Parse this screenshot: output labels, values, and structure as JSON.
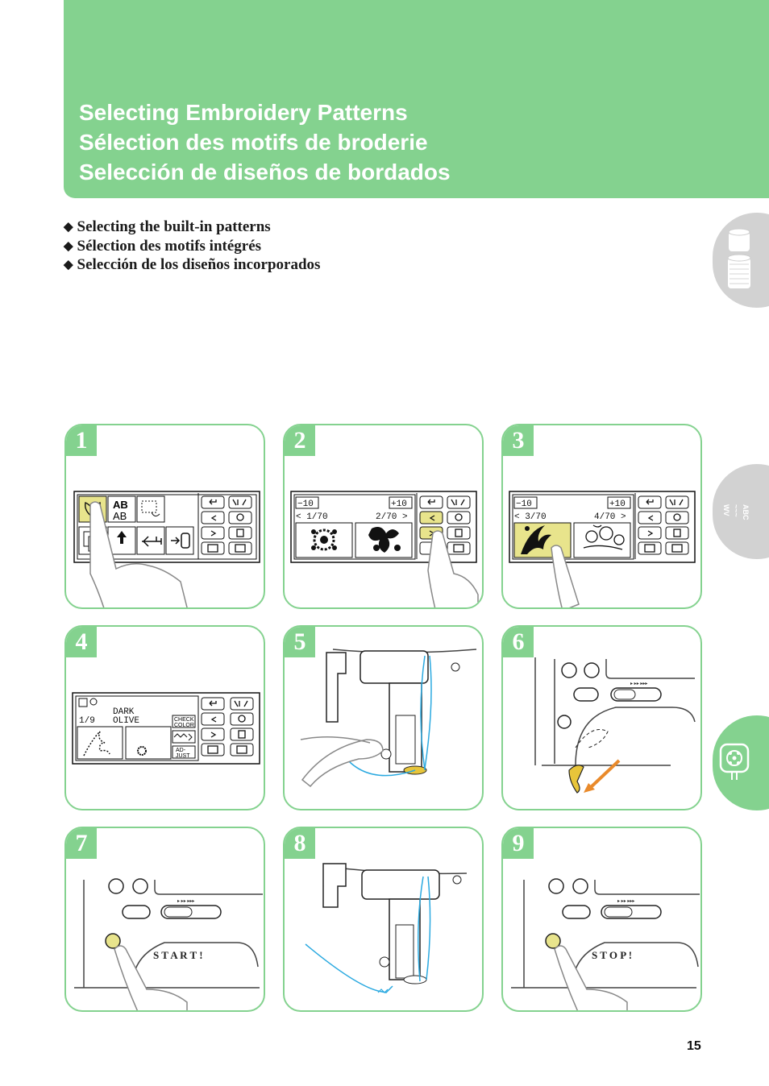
{
  "title_lines": [
    "Selecting Embroidery Patterns",
    "Sélection des motifs de broderie",
    "Selección de diseños de bordados"
  ],
  "bullets": [
    "Selecting the built-in patterns",
    "Sélection des motifs intégrés",
    "Selección de los diseños incorporados"
  ],
  "bullet_glyph": "◆",
  "tabs": {
    "letters_icon": "abc-letters-icon",
    "embroidery_icon": "embroidery-hoop-icon",
    "thread_icon": "thread-spool-icon"
  },
  "steps": [
    "1",
    "2",
    "3",
    "4",
    "5",
    "6",
    "7",
    "8",
    "9"
  ],
  "screen2": {
    "minus": "−10",
    "plus": "+10",
    "page_left": "< 1/70",
    "page_right": "2/70 >"
  },
  "screen3": {
    "minus": "−10",
    "plus": "+10",
    "page_left": "< 3/70",
    "page_right": "4/70 >"
  },
  "screen4": {
    "counter": "1/9",
    "color_line1": "DARK",
    "color_line2": "OLIVE",
    "check_line1": "CHECK",
    "check_line2": "COLOR",
    "adjust_line1": "AD-",
    "adjust_line2": "JUST"
  },
  "panel_labels": {
    "start": "S T A R T !",
    "stop": "S T O P !",
    "speed_marks": "▸  ▸▸  ▸▸▸"
  },
  "page_number": "15",
  "colors": {
    "green": "#84d28f",
    "grey": "#d2d2d2",
    "highlight": "#e8e48c",
    "blue_thread": "#2aa9e0",
    "arrow": "#e98a2b"
  }
}
